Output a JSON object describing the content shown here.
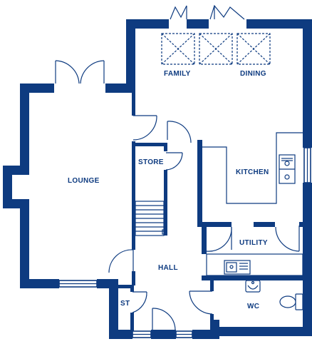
{
  "colors": {
    "wall": "#0e3b80",
    "background": "#ffffff"
  },
  "rooms": {
    "family": "FAMILY",
    "dining": "DINING",
    "lounge": "LOUNGE",
    "store": "STORE",
    "kitchen": "KITCHEN",
    "utility": "UTILITY",
    "hall": "HALL",
    "st": "ST",
    "wc": "WC"
  }
}
